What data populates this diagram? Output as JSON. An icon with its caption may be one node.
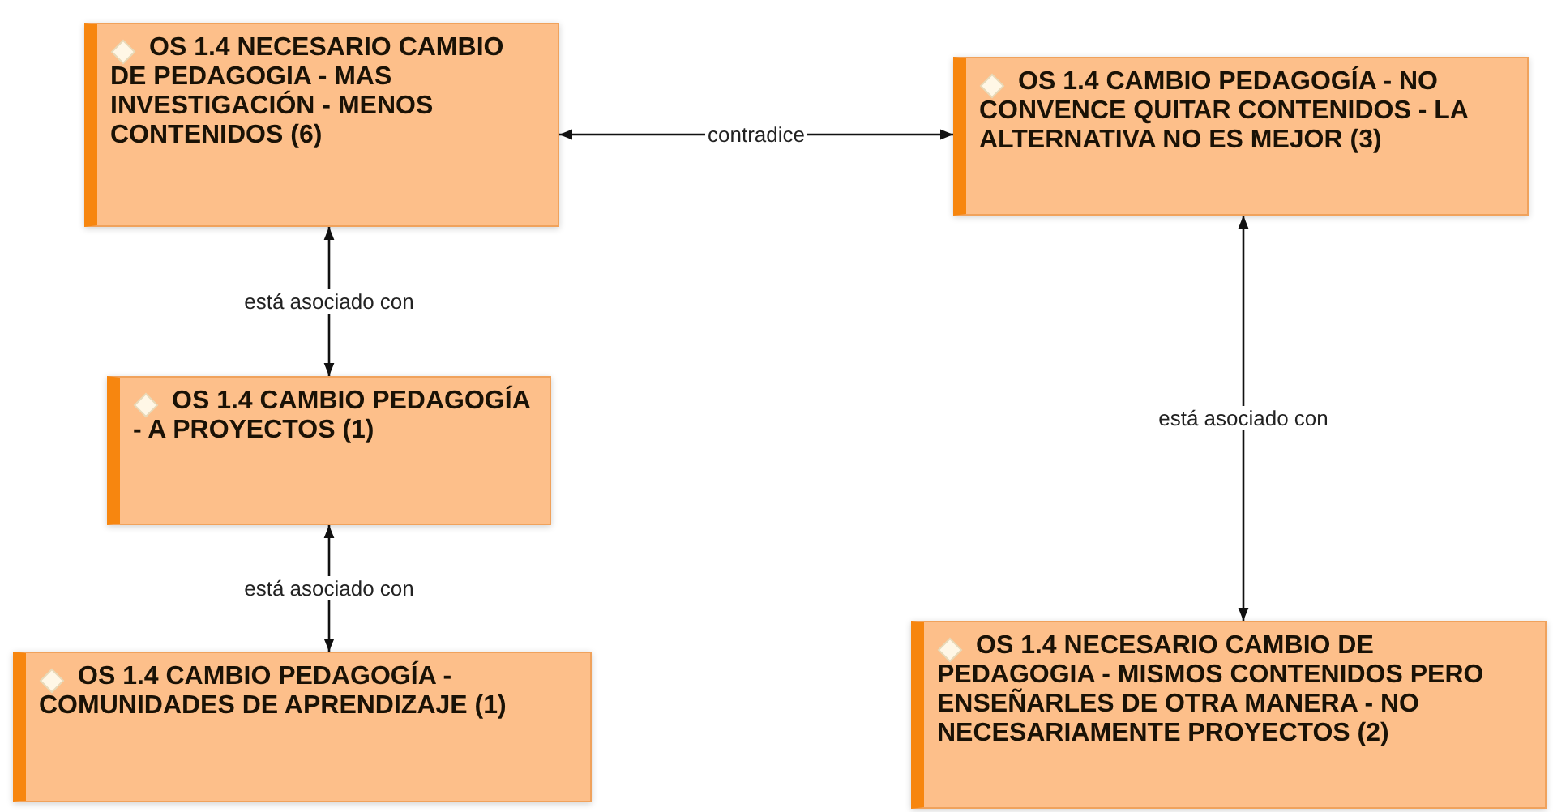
{
  "diagram": {
    "nodes": [
      {
        "text": [
          "OS 1.4 NECESARIO CAMBIO DE PEDAGOGIA - MAS INVESTIGACIÓN - MENOS CONTENIDOS (6)"
        ]
      },
      {
        "text": [
          "OS 1.4 CAMBIO PEDAGOGÍA - NO CONVENCE QUITAR CONTENIDOS - LA ALTERNATIVA NO ES MEJOR (3)"
        ]
      },
      {
        "text": [
          "OS 1.4 CAMBIO PEDAGOGÍA - A PROYECTOS (1)"
        ]
      },
      {
        "text": [
          "OS 1.4 CAMBIO PEDAGOGÍA - COMUNIDADES DE APRENDIZAJE (1)"
        ]
      },
      {
        "text": [
          "OS 1.4 NECESARIO CAMBIO DE PEDAGOGIA - MISMOS CONTENIDOS PERO ENSEÑARLES DE OTRA MANERA - NO NECESARIAMENTE PROYECTOS (2)"
        ]
      }
    ],
    "edges": [
      {
        "from": 0,
        "to": 1,
        "arrow": "both",
        "label": "contradice"
      },
      {
        "from": 0,
        "to": 2,
        "arrow": "both",
        "label": "está asociado con"
      },
      {
        "from": 2,
        "to": 3,
        "arrow": "both",
        "label": "está asociado con"
      },
      {
        "from": 1,
        "to": 4,
        "arrow": "both",
        "label": "está asociado con"
      }
    ]
  }
}
